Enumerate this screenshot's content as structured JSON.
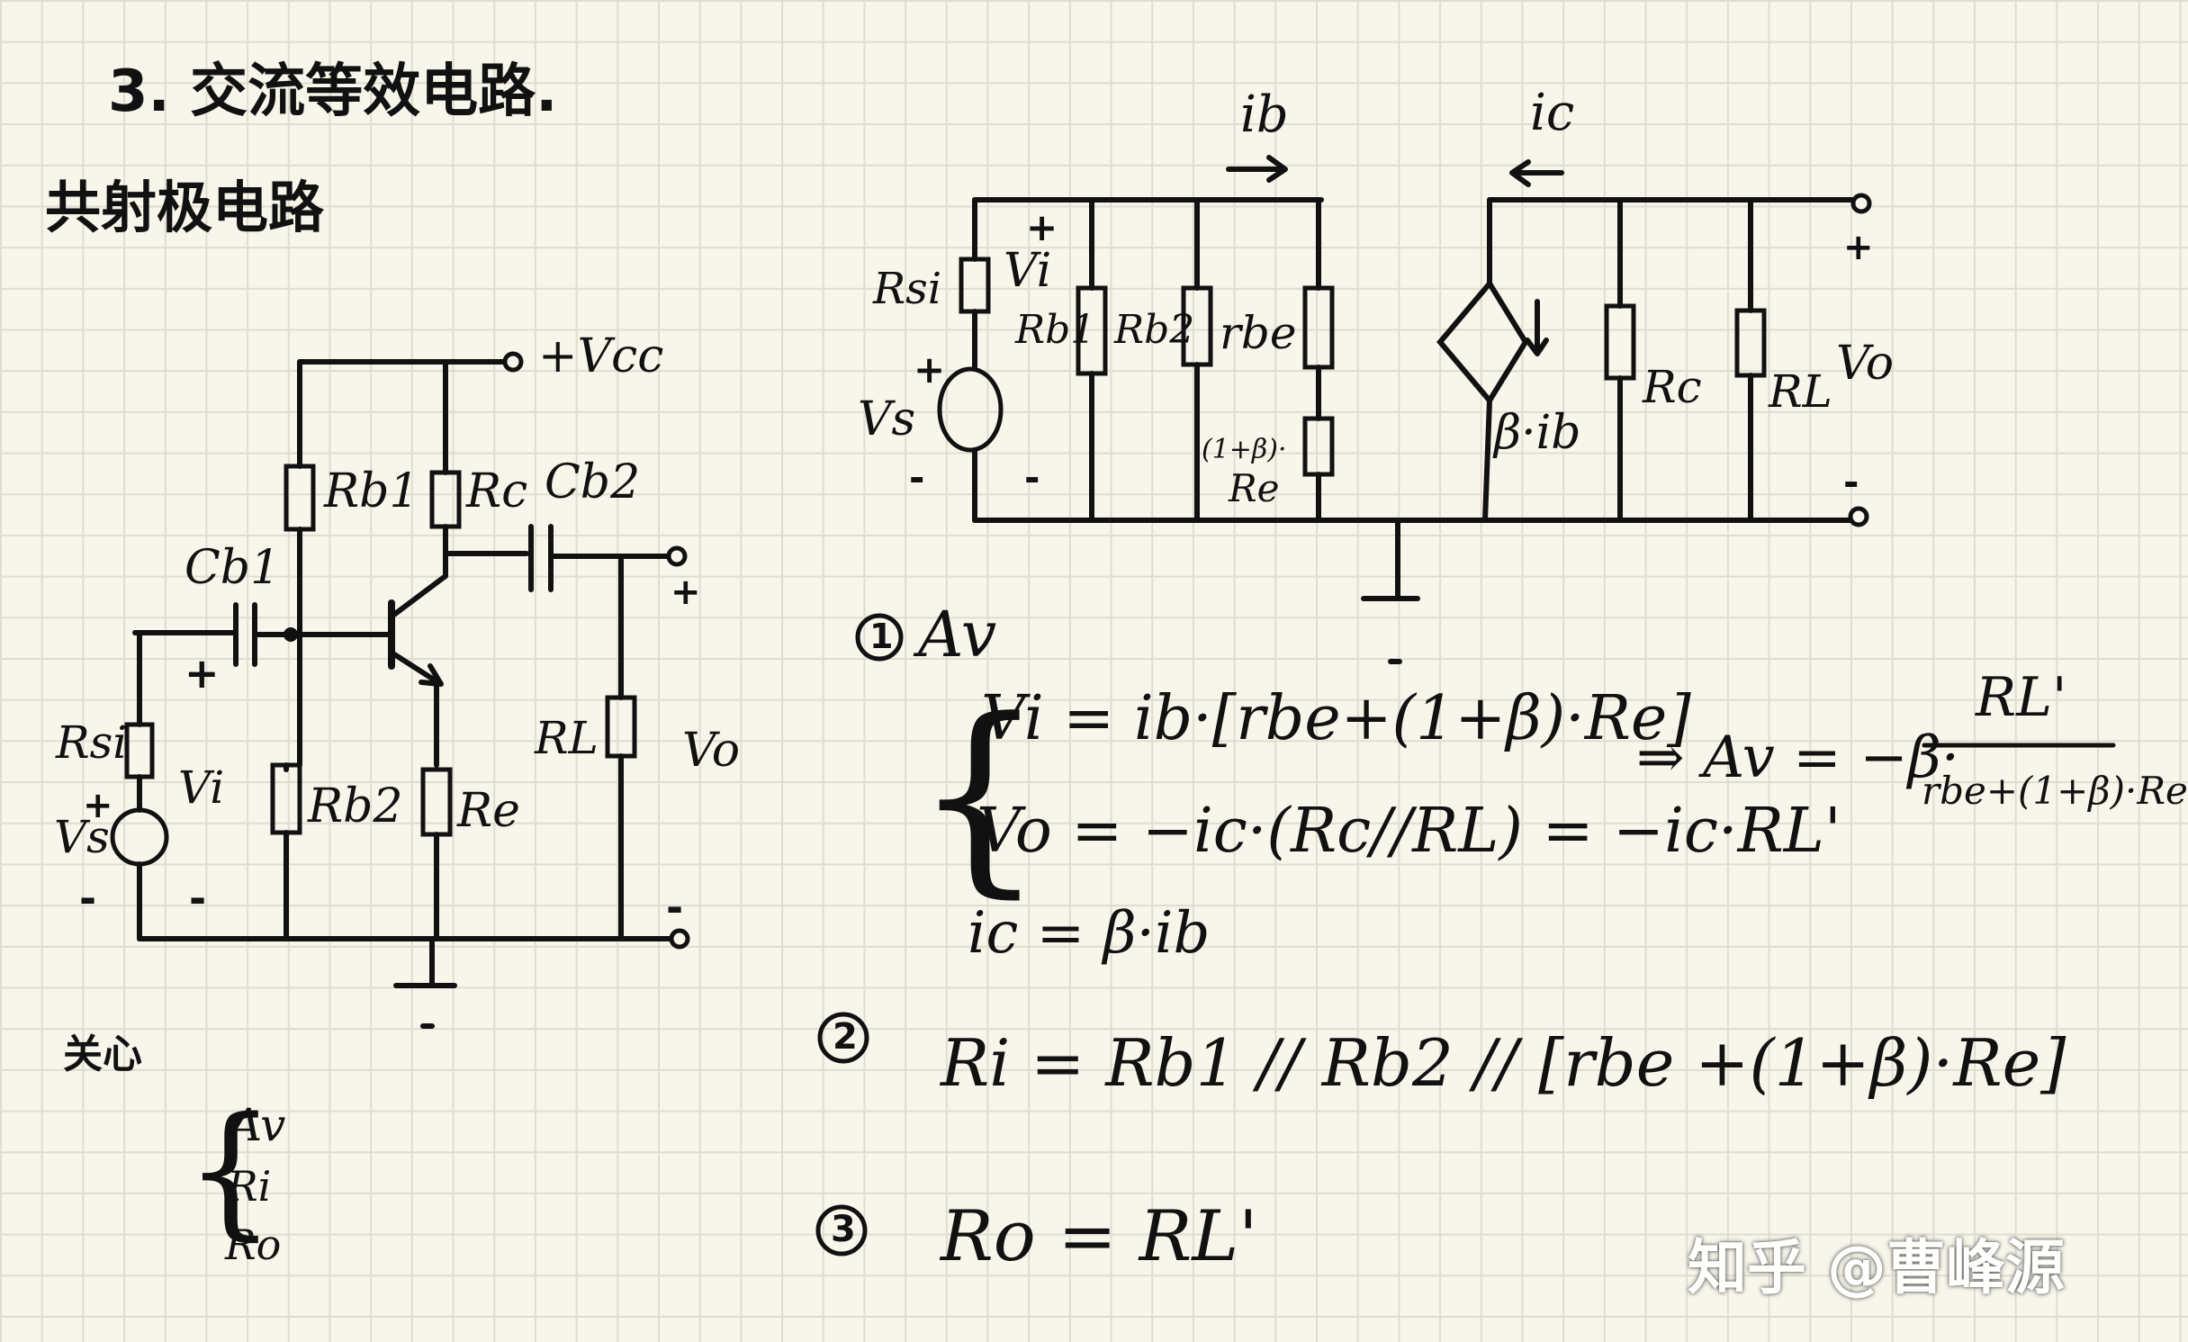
{
  "heading": {
    "title": "3. 交流等效电路.",
    "subtitle": "共射极电路"
  },
  "left_circuit": {
    "vcc": "+Vcc",
    "rb1": "Rb1",
    "rc": "Rc",
    "cb2": "Cb2",
    "cb1": "Cb1",
    "rsi": "Rsi",
    "vi": "Vi",
    "vs": "Vs",
    "rb2": "Rb2",
    "re": "Re",
    "rl": "RL",
    "vo": "Vo",
    "plus": "+",
    "minus": "-"
  },
  "concerns": {
    "label": "关心",
    "items": [
      "Av",
      "Ri",
      "Ro"
    ]
  },
  "equivalent_circuit": {
    "ib": "ib",
    "ic": "ic",
    "rsi": "Rsi",
    "vi": "Vi",
    "vs": "Vs",
    "rb1": "Rb1",
    "rb2": "Rb2",
    "rbe": "rbe",
    "re_factor": "(1+β)·",
    "re": "Re",
    "source": "β·ib",
    "rc": "Rc",
    "rl": "RL",
    "vo": "Vo",
    "plus": "+",
    "minus": "-"
  },
  "equations": {
    "n1": "①",
    "av_label": "Av",
    "eq1": "Vi = ib·[rbe+(1+β)·Re]",
    "eq2": "Vo = −ic·(Rc//RL) = −ic·RL'",
    "eq3": "ic = β·ib",
    "result_prefix": "⇒ Av = −β·",
    "result_num": "RL'",
    "result_den": "rbe+(1+β)·Re",
    "n2": "②",
    "ri": "Ri = Rb1 // Rb2 // [rbe +(1+β)·Re]",
    "n3": "③",
    "ro": "Ro = RL'"
  },
  "watermark": "知乎 @曹峰源"
}
